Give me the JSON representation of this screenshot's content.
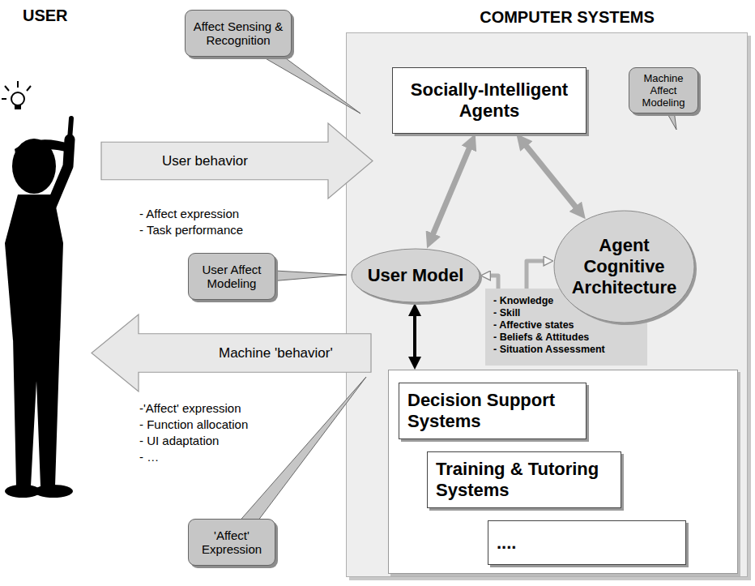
{
  "diagram": {
    "nodes": [
      {
        "text": [
          "Affect Sensing & Recognition"
        ]
      },
      {
        "text": [
          "COMPUTER SYSTEMS"
        ]
      },
      {
        "text": [
          "Socially-Intelligent Agents"
        ],
        "in": 1
      },
      {
        "text": [
          "Machine Affect Modeling"
        ],
        "in": 1
      },
      {
        "text": [
          "User behavior"
        ]
      },
      {
        "text": [
          "User Affect Modeling"
        ]
      },
      {
        "text": [
          "User Model"
        ],
        "in": 1
      },
      {
        "text": [
          "- Knowledge",
          "- Skill",
          "- Affective states",
          "- Beliefs & Attitudes",
          "- Situation Assessment"
        ],
        "in": 1
      },
      {
        "text": [
          "Agent Cognitive Architecture"
        ],
        "in": 1
      },
      {
        "text": [
          "Machine 'behavior'"
        ]
      },
      {
        "text": [],
        "in": 1
      },
      {
        "text": [
          "Decision Support Systems"
        ],
        "in": 10
      },
      {
        "text": [
          "Training & Tutoring Systems"
        ],
        "in": 10
      },
      {
        "text": [
          "...."
        ],
        "in": 10
      },
      {
        "text": [
          "'Affect' Expression"
        ]
      }
    ],
    "edges": [
      {
        "from": 2,
        "to": 6,
        "arrow": "both"
      },
      {
        "from": 2,
        "to": 8,
        "arrow": "both"
      },
      {
        "from": 7,
        "to": 6,
        "arrow": "to"
      },
      {
        "from": 7,
        "to": 8,
        "arrow": "to"
      },
      {
        "from": 6,
        "to": 10,
        "arrow": "both"
      }
    ],
    "labels": [
      "USER",
      "- Affect expression",
      "- Task performance",
      "-'Affect' expression",
      "- Function allocation",
      "- UI adaptation",
      "- …"
    ]
  }
}
